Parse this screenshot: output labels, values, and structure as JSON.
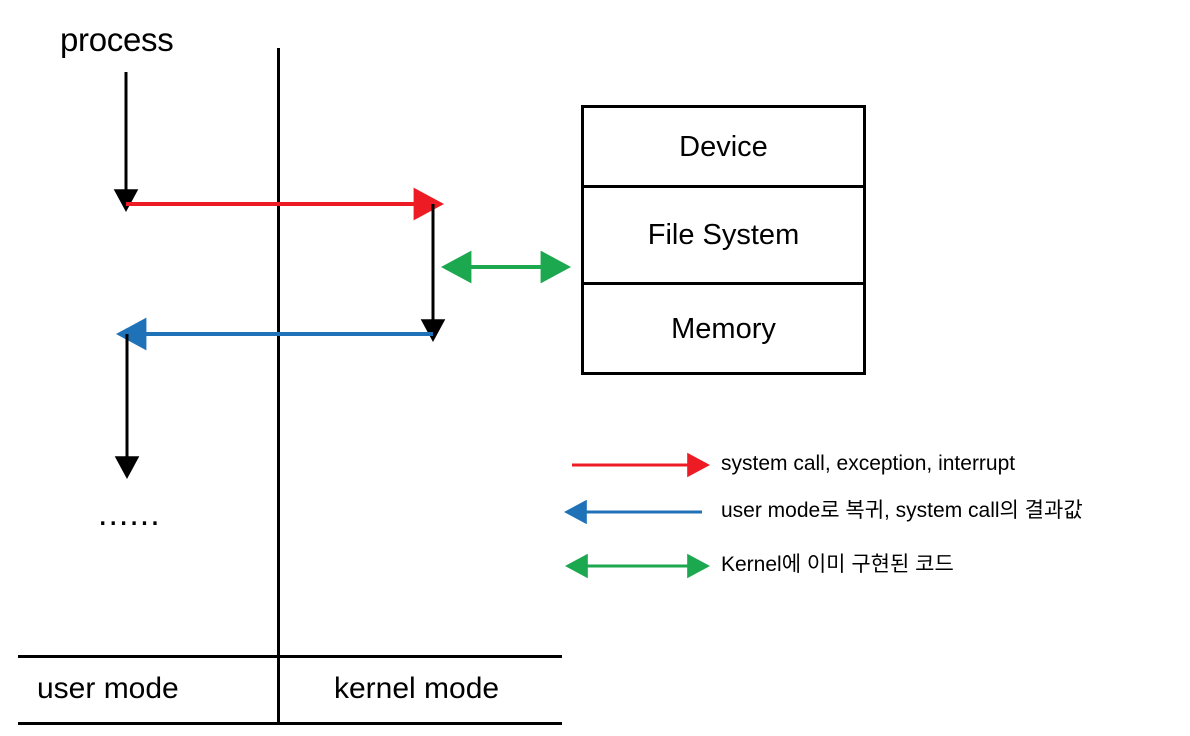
{
  "diagram": {
    "title_label": "process",
    "continuation_label": "......",
    "modes": {
      "user": "user mode",
      "kernel": "kernel mode"
    },
    "resource_box": {
      "rows": [
        {
          "label": "Device"
        },
        {
          "label": "File System"
        },
        {
          "label": "Memory"
        }
      ]
    },
    "legend": {
      "items": [
        {
          "arrow": "right-arrow-icon",
          "color": "#ED1C24",
          "label": "system call, exception, interrupt"
        },
        {
          "arrow": "left-arrow-icon",
          "color": "#1F72B8",
          "label": "user mode로 복귀, system call의 결과값"
        },
        {
          "arrow": "double-arrow-icon",
          "color": "#1BA84E",
          "label": "Kernel에 이미 구현된 코드"
        }
      ]
    },
    "colors": {
      "red": "#ED1C24",
      "blue": "#1F72B8",
      "green": "#1BA84E",
      "black": "#000000"
    }
  }
}
